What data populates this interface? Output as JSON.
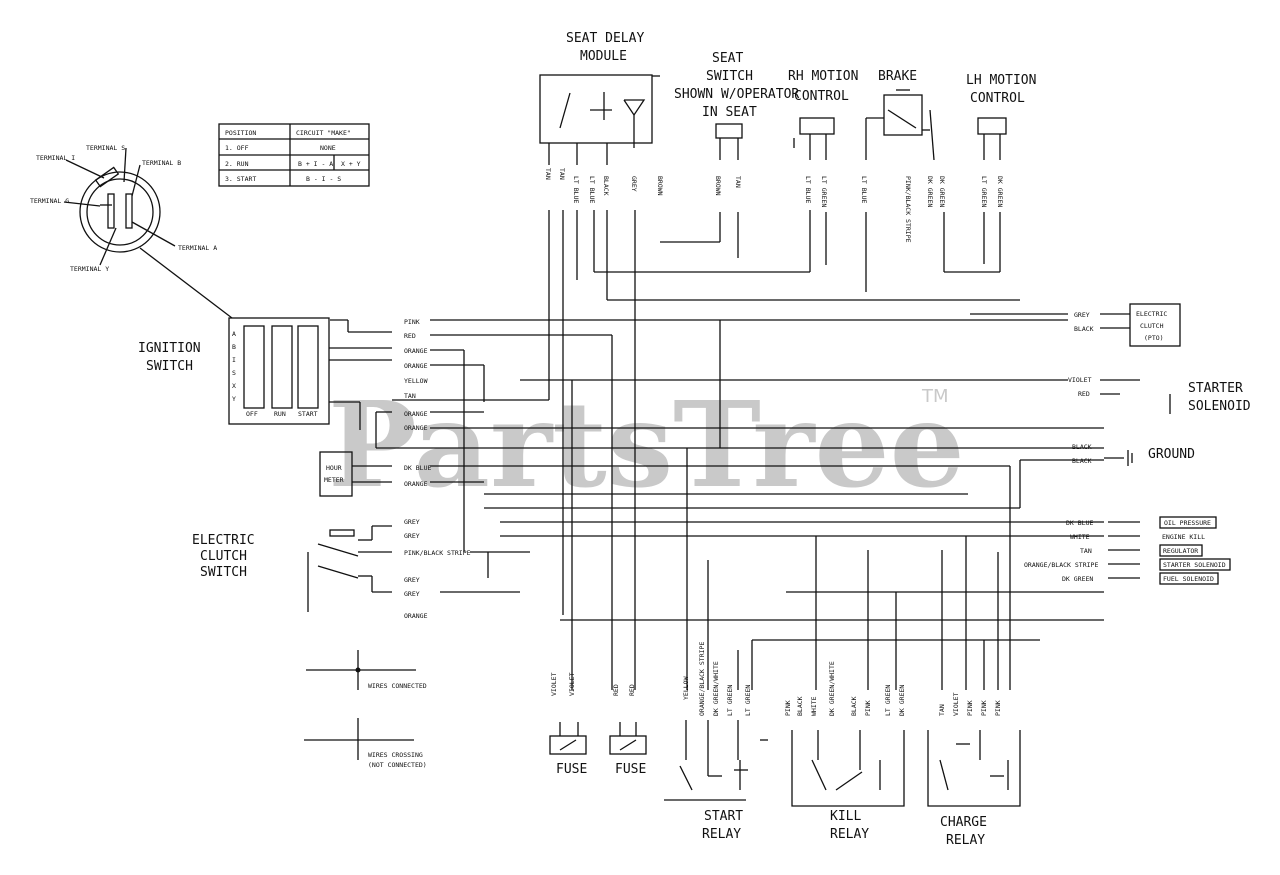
{
  "watermark": {
    "text": "PartsTree",
    "mark": "TM"
  },
  "components": {
    "seat_delay_module": [
      "SEAT DELAY",
      "MODULE"
    ],
    "seat_switch": [
      "SEAT",
      "SWITCH",
      "SHOWN W/OPERATOR",
      "IN SEAT"
    ],
    "rh_motion_control": [
      "RH MOTION",
      "CONTROL"
    ],
    "brake": "BRAKE",
    "lh_motion_control": [
      "LH MOTION",
      "CONTROL"
    ],
    "ignition_switch": [
      "IGNITION",
      "SWITCH"
    ],
    "electric_clutch_switch": [
      "ELECTRIC",
      "CLUTCH",
      "SWITCH"
    ],
    "hour_meter": [
      "HOUR",
      "METER"
    ],
    "pto_clutch": [
      "ELECTRIC",
      "CLUTCH",
      "(PTO)"
    ],
    "starter_solenoid": [
      "STARTER",
      "SOLENOID"
    ],
    "ground": "GROUND",
    "fuse_1": "FUSE",
    "fuse_2": "FUSE",
    "start_relay": [
      "START",
      "RELAY"
    ],
    "kill_relay": [
      "KILL",
      "RELAY"
    ],
    "charge_relay": [
      "CHARGE",
      "RELAY"
    ]
  },
  "ignition_terminals": {
    "terminal_s": "TERMINAL S",
    "terminal_i": "TERMINAL I",
    "terminal_b": "TERMINAL B",
    "terminal_g": "TERMINAL G",
    "terminal_a": "TERMINAL A",
    "terminal_y": "TERMINAL Y"
  },
  "position_table": {
    "headers": [
      "POSITION",
      "CIRCUIT \"MAKE\""
    ],
    "rows": [
      [
        "1. OFF",
        "NONE",
        ""
      ],
      [
        "2. RUN",
        "B + I - A",
        "X + Y"
      ],
      [
        "3. START",
        "B - I - S",
        ""
      ]
    ]
  },
  "switch_letters": [
    "A",
    "B",
    "I",
    "S",
    "X",
    "Y"
  ],
  "switch_columns": [
    "OFF",
    "RUN",
    "START"
  ],
  "ignition_wires": [
    "PINK",
    "RED",
    "ORANGE",
    "ORANGE",
    "YELLOW",
    "TAN",
    "ORANGE",
    "ORANGE"
  ],
  "hour_meter_wires": [
    "DK BLUE",
    "ORANGE"
  ],
  "clutch_switch_wires": [
    "GREY",
    "GREY",
    "PINK/BLACK STRIPE",
    "GREY",
    "GREY",
    "ORANGE"
  ],
  "top_wires": {
    "seat_delay": [
      "TAN",
      "TAN",
      "LT BLUE",
      "LT BLUE",
      "BLACK",
      "GREY",
      "BROWN"
    ],
    "seat_switch": [
      "BROWN",
      "TAN"
    ],
    "rh_motion": [
      "LT BLUE",
      "LT GREEN"
    ],
    "brake": [
      "LT BLUE",
      "PINK/BLACK STRIPE",
      "DK GREEN",
      "DK GREEN"
    ],
    "lh_motion": [
      "LT GREEN",
      "DK GREEN"
    ]
  },
  "right_side": {
    "pto_wires": [
      "GREY",
      "BLACK"
    ],
    "starter_wires": [
      "VIOLET",
      "RED"
    ],
    "ground_wires": [
      "BLACK",
      "BLACK"
    ],
    "connectors": [
      {
        "wire": "DK BLUE",
        "label": "OIL PRESSURE"
      },
      {
        "wire": "WHITE",
        "label": "ENGINE KILL"
      },
      {
        "wire": "TAN",
        "label": "REGULATOR"
      },
      {
        "wire": "ORANGE/BLACK STRIPE",
        "label": "STARTER SOLENOID"
      },
      {
        "wire": "DK GREEN",
        "label": "FUEL SOLENOID"
      }
    ]
  },
  "legend": {
    "connected": "WIRES CONNECTED",
    "crossing": [
      "WIRES CROSSING",
      "(NOT CONNECTED)"
    ]
  },
  "bottom_wires": {
    "fuse_1": [
      "VIOLET",
      "VIOLET"
    ],
    "fuse_2": [
      "RED",
      "RED"
    ],
    "start_relay": [
      "YELLOW",
      "ORANGE/BLACK STRIPE",
      "DK GREEN/WHITE",
      "LT GREEN",
      "LT GREEN"
    ],
    "kill_relay": [
      "PINK",
      "BLACK",
      "WHITE",
      "DK GREEN/WHITE",
      "BLACK",
      "PINK",
      "LT GREEN",
      "DK GREEN"
    ],
    "charge_relay": [
      "TAN",
      "VIOLET",
      "PINK",
      "PINK",
      "PINK"
    ]
  }
}
